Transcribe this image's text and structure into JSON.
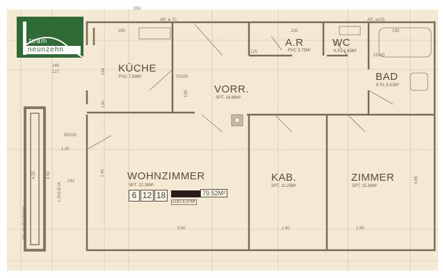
{
  "logo": {
    "line1": "team",
    "line2": "neunzehn",
    "color": "#2e6b35"
  },
  "rooms": {
    "kueche": {
      "name": "KÜCHE",
      "area": "PVC 7.83M²"
    },
    "vorr": {
      "name": "VORR.",
      "area": "SPT. 14.86M²"
    },
    "ar": {
      "name": "A.R",
      "area": "PVC 3.75M²"
    },
    "wc": {
      "name": "WC",
      "area": "K.FL 1.85M²"
    },
    "bad": {
      "name": "BAD",
      "area": "K.FL 5.51M²"
    },
    "wohnzimmer": {
      "name": "WOHNZIMMER",
      "area": "SPT. 22.38M²"
    },
    "kab": {
      "name": "KAB.",
      "area": "SPT. 11.25M²"
    },
    "zimmer": {
      "name": "ZIMMER",
      "area": "SPT. 15.38M²"
    },
    "loggia": {
      "name": "LOGGIA"
    },
    "pflanzentrog": {
      "name": "PFLANZENTROG"
    }
  },
  "unit_codes": [
    "6",
    "12",
    "18"
  ],
  "total_area": "79.52M²",
  "loggia_area": "LOG 6.37M²",
  "dimensions": {
    "top_250": "250",
    "ar670": "AR. ø 70",
    "ar105": "AR. ø105",
    "d280": "280",
    "d146": "146",
    "d127": "127",
    "d154": "154",
    "d130": "130",
    "d70_200": "70/200",
    "d105": "105",
    "d125": "125",
    "d230": "230",
    "d90_220": "90/220",
    "d140": "1.40",
    "d740": "7.40",
    "d242": "242",
    "d435": "4.35",
    "d450": "4.50",
    "d560": "5.60",
    "d190": "1.90",
    "d180": "1.80",
    "d456": "4.56",
    "d15x15": "15x15",
    "d130b": "130"
  },
  "colors": {
    "paper": "#f4ead3",
    "wall": "#7a6a5c",
    "line": "#b8a896"
  }
}
